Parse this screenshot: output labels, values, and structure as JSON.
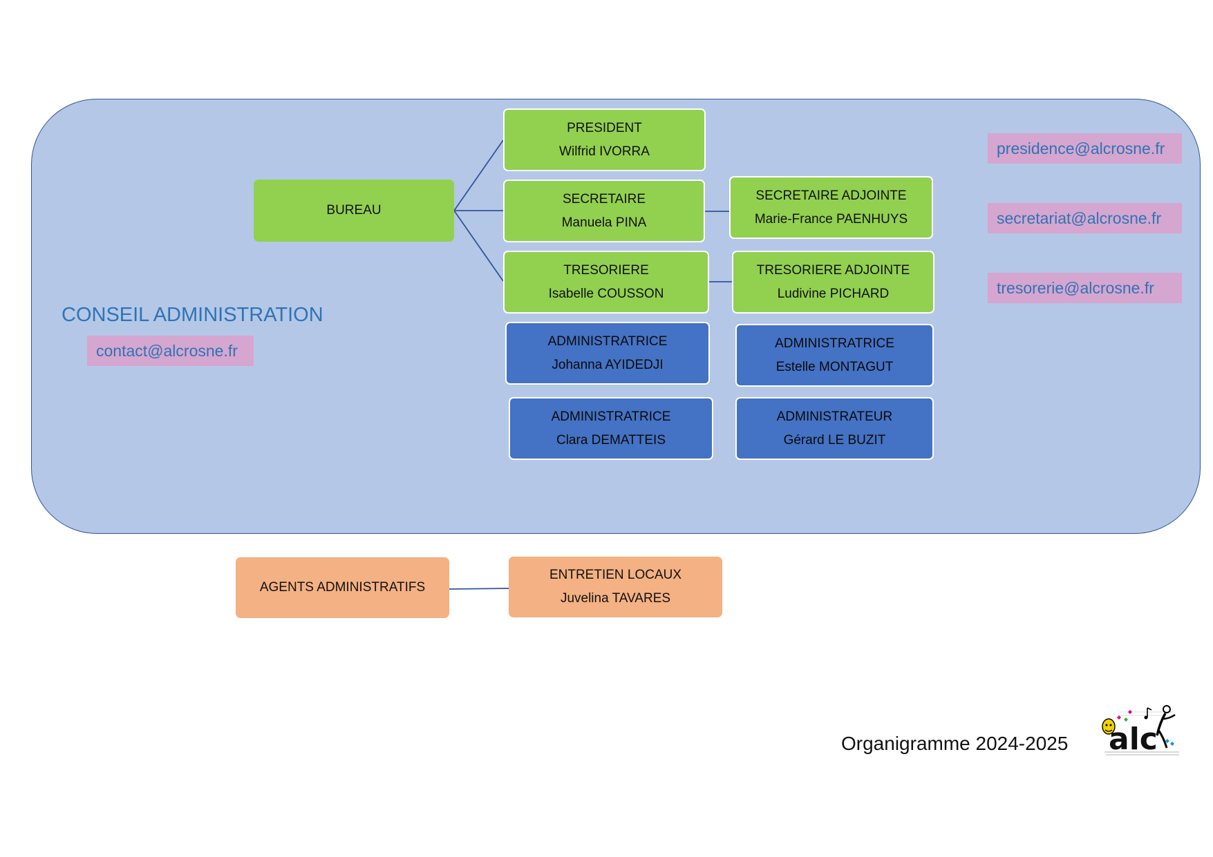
{
  "council": {
    "title": "CONSEIL ADMINISTRATION",
    "email": "contact@alcrosne.fr"
  },
  "bureau": {
    "label": "BUREAU"
  },
  "roles": {
    "president": {
      "title": "PRESIDENT",
      "name": "Wilfrid IVORRA"
    },
    "secretaire": {
      "title": "SECRETAIRE",
      "name": "Manuela PINA"
    },
    "secretaire_adjointe": {
      "title": "SECRETAIRE ADJOINTE",
      "name": "Marie-France PAENHUYS"
    },
    "tresoriere": {
      "title": "TRESORIERE",
      "name": "Isabelle COUSSON"
    },
    "tresoriere_adjointe": {
      "title": "TRESORIERE ADJOINTE",
      "name": "Ludivine PICHARD"
    },
    "admin1": {
      "title": "ADMINISTRATRICE",
      "name": "Johanna AYIDEDJI"
    },
    "admin2": {
      "title": "ADMINISTRATRICE",
      "name": "Estelle MONTAGUT"
    },
    "admin3": {
      "title": "ADMINISTRATRICE",
      "name": "Clara  DEMATTEIS"
    },
    "admin4": {
      "title": "ADMINISTRATEUR",
      "name": "Gérard LE BUZIT"
    }
  },
  "emails": {
    "presidence": "presidence@alcrosne.fr",
    "secretariat": "secretariat@alcrosne.fr",
    "tresorerie": "tresorerie@alcrosne.fr"
  },
  "agents": {
    "label": "AGENTS ADMINISTRATIFS",
    "entretien": {
      "title": "ENTRETIEN LOCAUX",
      "name": "Juvelina TAVARES"
    }
  },
  "footer": {
    "title": "Organigramme 2024-2025"
  },
  "logo": {
    "text": "alc"
  },
  "colors": {
    "panel": "#b4c7e7",
    "panel_border": "#2f5597",
    "bureau_green": "#92d050",
    "admin_blue": "#4472c4",
    "agent_orange": "#f4b183",
    "email_pink": "#d5a6cf",
    "email_text": "#2e74b5",
    "connector": "#2f5597"
  }
}
